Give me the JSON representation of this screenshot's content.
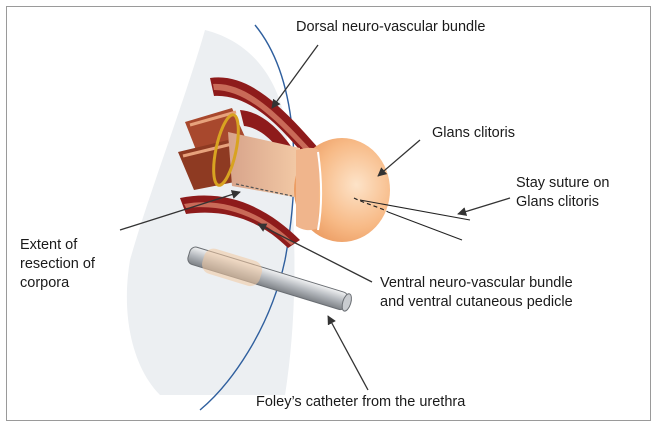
{
  "labels": {
    "dorsal_bundle": "Dorsal neuro-vascular bundle",
    "glans": "Glans clitoris",
    "stay_suture": "Stay suture on\nGlans clitoris",
    "resection": "Extent of\nresection of\ncorpora",
    "ventral_bundle": "Ventral neuro-vascular bundle\nand ventral cutaneous pedicle",
    "foley": "Foley’s catheter from the urethra"
  },
  "colors": {
    "background": "#ffffff",
    "frame": "#9a9a9a",
    "skin_body": "#eceff2",
    "skin_edge": "#2f5f9e",
    "bundle_outer": "#8e1b1b",
    "bundle_inner": "#c96a58",
    "glans": "#f4a86a",
    "shaft": "#e9b28f",
    "corpora_cut": "#a8482d",
    "suture_loop": "#d8a321",
    "catheter": "#a9adb2",
    "arrow": "#333333"
  }
}
